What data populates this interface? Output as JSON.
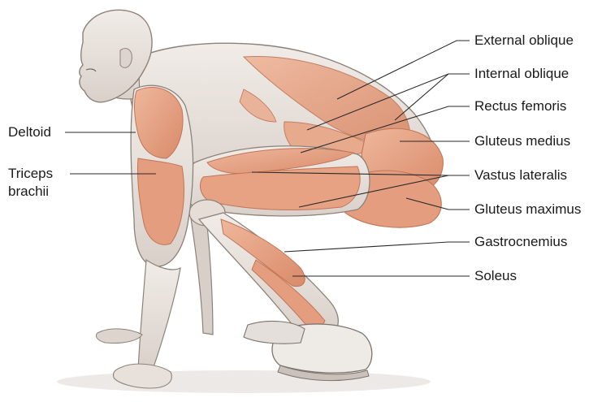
{
  "labels": {
    "deltoid": "Deltoid",
    "triceps_line1": "Triceps",
    "triceps_line2": "brachii",
    "external_oblique": "External oblique",
    "internal_oblique": "Internal oblique",
    "rectus_femoris": "Rectus femoris",
    "gluteus_medius": "Gluteus medius",
    "vastus_lateralis": "Vastus lateralis",
    "gluteus_maximus": "Gluteus maximus",
    "gastrocnemius": "Gastrocnemius",
    "soleus": "Soleus"
  },
  "colors": {
    "skin": "#ece6e1",
    "skin_shadow": "#cdc3bb",
    "outline": "#8c827a",
    "muscle": "#e6a78a",
    "muscle_dark": "#cf7f5f",
    "background": "#ffffff"
  }
}
